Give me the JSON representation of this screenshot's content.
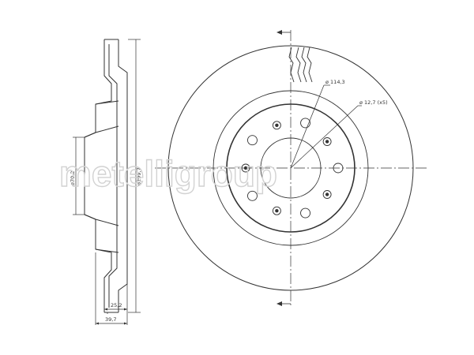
{
  "watermark": "metelligroup",
  "dimensions": {
    "hub_bore": "ø70,2",
    "outer_diameter": "ø299,7",
    "thickness": "25,2",
    "overall_height": "39,7",
    "pcd": "ø 114,3",
    "bolt_holes": "ø 12,7 (x5)"
  },
  "colors": {
    "line": "#333333",
    "watermark": "#d2d2d2"
  }
}
